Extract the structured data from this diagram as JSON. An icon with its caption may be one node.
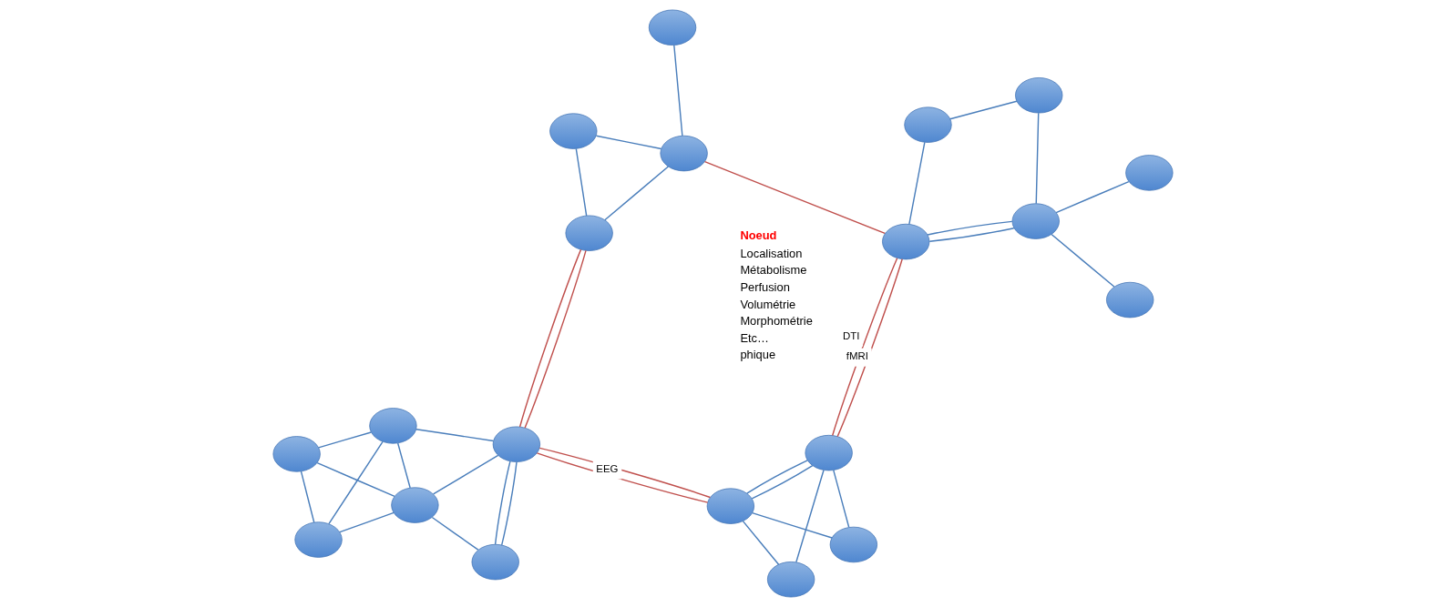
{
  "diagram": {
    "nodes": [
      {
        "text": [],
        "shape": "ellipse"
      },
      {
        "text": [],
        "shape": "ellipse"
      },
      {
        "text": [],
        "shape": "ellipse"
      },
      {
        "text": [],
        "shape": "ellipse"
      },
      {
        "text": [],
        "shape": "ellipse"
      },
      {
        "text": [],
        "shape": "ellipse"
      },
      {
        "text": [],
        "shape": "ellipse"
      },
      {
        "text": [],
        "shape": "ellipse"
      },
      {
        "text": [],
        "shape": "ellipse"
      },
      {
        "text": [],
        "shape": "ellipse"
      },
      {
        "text": [],
        "shape": "ellipse"
      },
      {
        "text": [],
        "shape": "ellipse"
      },
      {
        "text": [],
        "shape": "ellipse"
      },
      {
        "text": [],
        "shape": "ellipse"
      },
      {
        "text": [],
        "shape": "ellipse"
      },
      {
        "text": [],
        "shape": "ellipse"
      },
      {
        "text": [],
        "shape": "ellipse"
      },
      {
        "text": [],
        "shape": "ellipse"
      },
      {
        "text": [],
        "shape": "ellipse"
      },
      {
        "text": [],
        "shape": "ellipse"
      }
    ],
    "edges": [
      {
        "from": 0,
        "to": 2,
        "arrow": "none"
      },
      {
        "from": 0,
        "to": 3,
        "arrow": "none"
      },
      {
        "from": 0,
        "to": 5,
        "arrow": "none"
      },
      {
        "from": 1,
        "to": 2,
        "arrow": "none"
      },
      {
        "from": 1,
        "to": 4,
        "arrow": "none"
      },
      {
        "from": 1,
        "to": 4,
        "arrow": "none"
      },
      {
        "from": 3,
        "to": 2,
        "arrow": "none"
      },
      {
        "from": 2,
        "to": 5,
        "arrow": "none"
      },
      {
        "from": 2,
        "to": 4,
        "arrow": "none"
      },
      {
        "from": 3,
        "to": 5,
        "arrow": "none"
      },
      {
        "from": 5,
        "to": 4,
        "arrow": "none"
      },
      {
        "from": 6,
        "to": 7,
        "arrow": "none"
      },
      {
        "from": 6,
        "to": 8,
        "arrow": "none"
      },
      {
        "from": 7,
        "to": 8,
        "arrow": "none"
      },
      {
        "from": 7,
        "to": 8,
        "arrow": "none"
      },
      {
        "from": 7,
        "to": 9,
        "arrow": "none"
      },
      {
        "from": 8,
        "to": 9,
        "arrow": "none"
      },
      {
        "from": 4,
        "to": 7,
        "arrow": "none",
        "color": "#c0504d"
      },
      {
        "from": 4,
        "to": 7,
        "arrow": "none",
        "color": "#c0504d",
        "label": "EEG"
      },
      {
        "from": 8,
        "to": 13,
        "arrow": "none",
        "color": "#c0504d",
        "label": "DTI"
      },
      {
        "from": 8,
        "to": 13,
        "arrow": "none",
        "color": "#c0504d",
        "label": "fMRI"
      },
      {
        "from": 10,
        "to": 11,
        "arrow": "none"
      },
      {
        "from": 10,
        "to": 13,
        "arrow": "none"
      },
      {
        "from": 11,
        "to": 14,
        "arrow": "none"
      },
      {
        "from": 12,
        "to": 14,
        "arrow": "none"
      },
      {
        "from": 13,
        "to": 14,
        "arrow": "none"
      },
      {
        "from": 13,
        "to": 14,
        "arrow": "none"
      },
      {
        "from": 14,
        "to": 15,
        "arrow": "none"
      },
      {
        "from": 4,
        "to": 18,
        "arrow": "none",
        "color": "#c0504d"
      },
      {
        "from": 4,
        "to": 18,
        "arrow": "none",
        "color": "#c0504d"
      },
      {
        "from": 17,
        "to": 13,
        "arrow": "none",
        "color": "#c0504d"
      },
      {
        "from": 16,
        "to": 17,
        "arrow": "none"
      },
      {
        "from": 16,
        "to": 18,
        "arrow": "none"
      },
      {
        "from": 18,
        "to": 17,
        "arrow": "none"
      },
      {
        "from": 17,
        "to": 19,
        "arrow": "none"
      }
    ],
    "labels": [
      "Noeud",
      "Localisation",
      "Métabolisme",
      "Perfusion",
      "Volumétrie",
      "Morphométrie",
      "Etc…",
      "phique"
    ]
  }
}
